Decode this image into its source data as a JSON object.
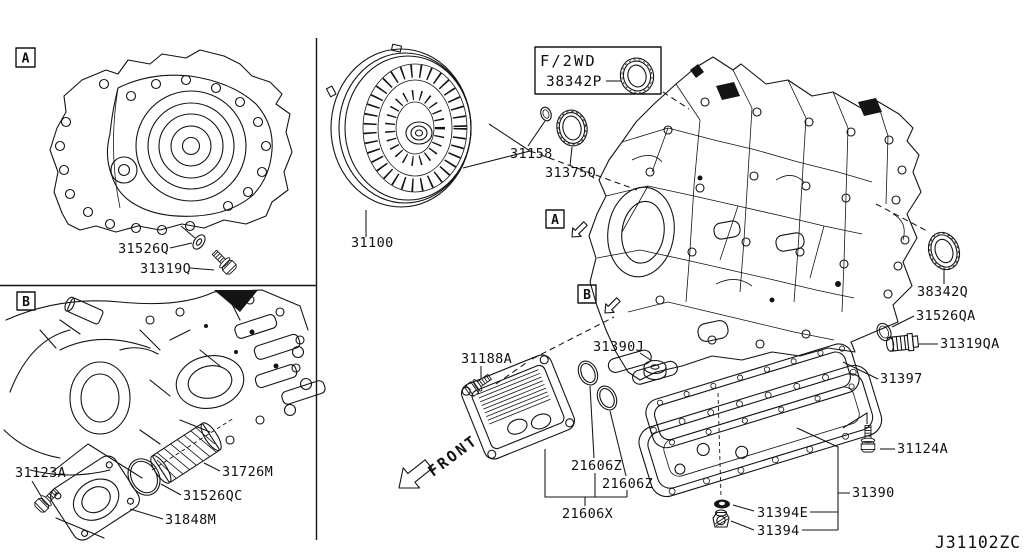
{
  "diagram_code": "J31102ZC",
  "front_marker": {
    "label": "FRONT"
  },
  "panel_a": {
    "marker": "A",
    "parts": {
      "washer": "31526Q",
      "bolt": "31319Q"
    }
  },
  "panel_b": {
    "marker": "B",
    "parts": {
      "bolt": "31123A",
      "oil_filter": "31726M",
      "o_ring": "31526QC",
      "side_cover": "31848M"
    }
  },
  "torque_converter": {
    "label": "31100"
  },
  "f2wd_callout": {
    "title": "F/2WD",
    "oil_seal": "38342P"
  },
  "converter_seals": {
    "o_ring": "31158",
    "oil_seal": "31375Q"
  },
  "view_markers": {
    "a": "A",
    "b": "B"
  },
  "transmission_case": {
    "oil_seal": "38342Q",
    "o_ring": "31526QA",
    "plug": "31319QA",
    "gasket": "31397",
    "grommet": "31390J"
  },
  "oil_cooler": {
    "bolt": "31188A",
    "o_ring_upper": "21606Z",
    "o_ring_lower": "21606Z",
    "assembly": "21606X"
  },
  "oil_pan": {
    "pan": "31390",
    "bolt": "31124A",
    "drain_washer": "31394E",
    "drain_plug": "31394"
  }
}
